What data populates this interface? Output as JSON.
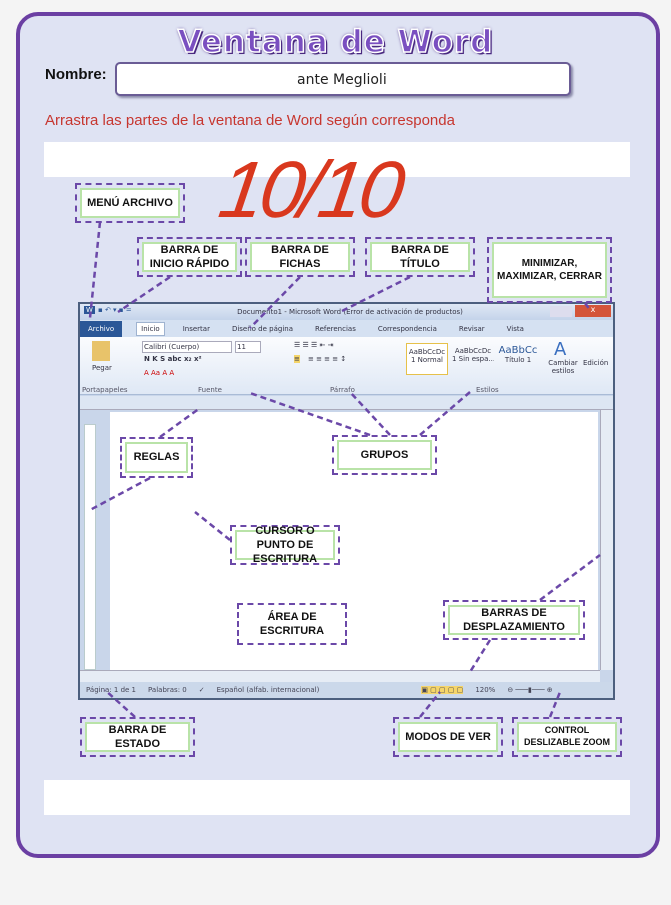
{
  "worksheet": {
    "title": "Ventana de Word",
    "name_label": "Nombre:",
    "name_value": "ante Meglioli",
    "score": "10/10",
    "instruction": "Arrastra las partes de la ventana de Word según corresponda"
  },
  "labels": {
    "menu_archivo": "MENÚ ARCHIVO",
    "inicio_rapido": "BARRA DE INICIO RÁPIDO",
    "fichas": "BARRA DE FICHAS",
    "titulo": "BARRA DE TÍTULO",
    "min_max": "MINIMIZAR, MAXIMIZAR, CERRAR",
    "reglas": "REGLAS",
    "grupos": "GRUPOS",
    "cursor": "CURSOR O PUNTO DE ESCRITURA",
    "area": "ÁREA DE ESCRITURA",
    "desplazamiento": "BARRAS DE DESPLAZAMIENTO",
    "estado": "BARRA DE ESTADO",
    "modos": "MODOS DE VER",
    "zoom": "CONTROL DESLIZABLE ZOOM"
  },
  "word": {
    "window_title": "Documento1 - Microsoft Word (Error de activación de productos)",
    "tabs": [
      "Archivo",
      "Inicio",
      "Insertar",
      "Diseño de página",
      "Referencias",
      "Correspondencia",
      "Revisar",
      "Vista"
    ],
    "font": "Calibri (Cuerpo)",
    "size": "11",
    "paste": "Pegar",
    "groups": [
      "Portapapeles",
      "Fuente",
      "Párrafo",
      "Estilos"
    ],
    "styles": [
      "AaBbCcDc",
      "AaBbCcDc",
      "AaBbCc"
    ],
    "style_names": [
      "1 Normal",
      "1 Sin espa...",
      "Título 1"
    ],
    "change_styles": "Cambiar estilos",
    "editing": "Edición",
    "status": {
      "page": "Página: 1 de 1",
      "words": "Palabras: 0",
      "lang": "Español (alfab. internacional)",
      "zoom": "120%"
    }
  },
  "colors": {
    "purple": "#6b3fa3",
    "red": "#d9381e",
    "word_blue": "#2b5797"
  }
}
